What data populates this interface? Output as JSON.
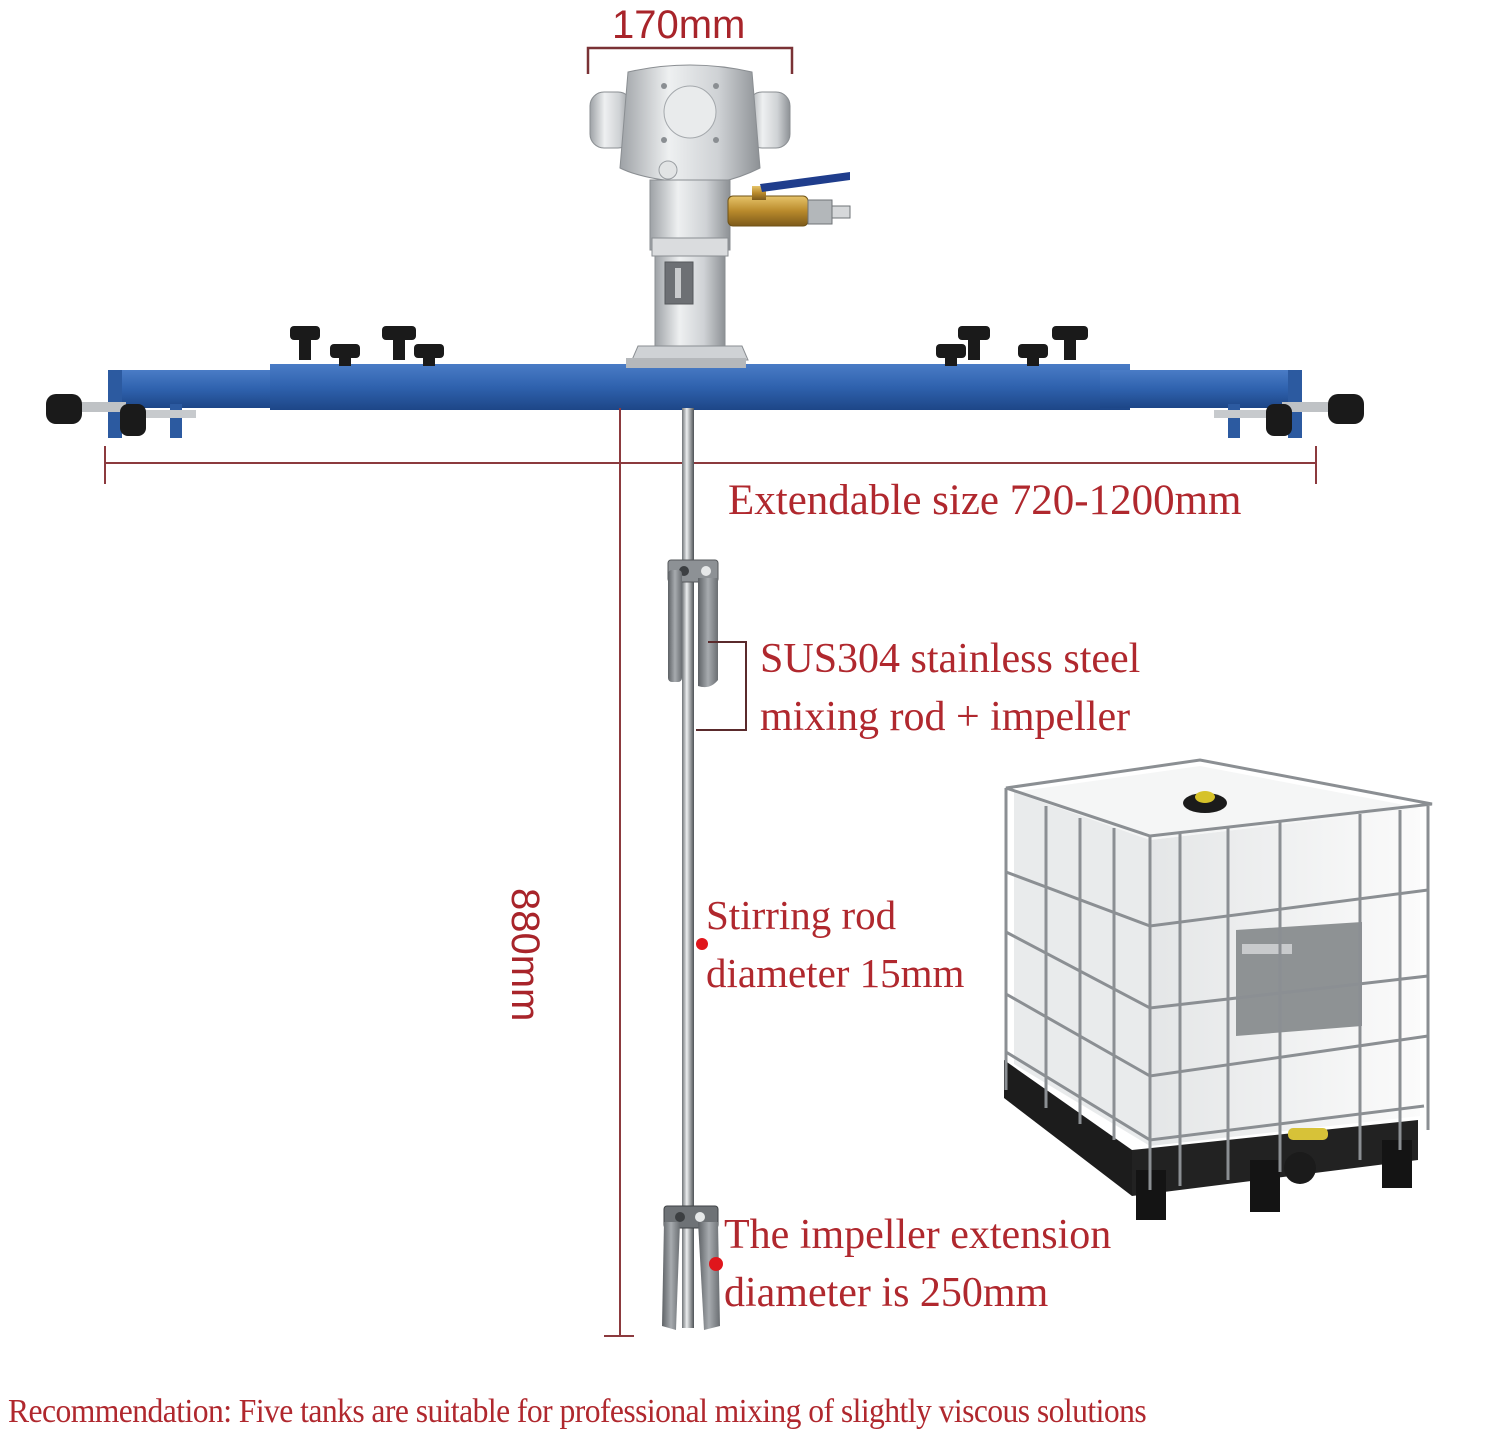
{
  "diagram": {
    "subject": "Pneumatic IBC tank mixer with extendable bracket",
    "colors": {
      "annotation_red": "#b0282e",
      "bracket_blue": "#2d5fa8",
      "motor_silver": "#d6d8da",
      "brass": "#c49a3a",
      "valve_handle": "#1f3d8c",
      "knob_black": "#1a1a1a",
      "tank_white": "#f2f3f3",
      "cage_steel": "#8b8f93"
    }
  },
  "labels": {
    "motor_width": "170mm",
    "extendable_size": "Extendable size 720-1200mm",
    "rod_material": {
      "line1": "SUS304 stainless steel",
      "line2": "mixing rod + impeller"
    },
    "rod_length": "880mm",
    "rod_diameter": {
      "line1": "Stirring rod",
      "line2": "diameter 15mm"
    },
    "impeller_diameter": {
      "line1": "The impeller extension",
      "line2": "diameter is 250mm"
    },
    "recommendation": "Recommendation: Five tanks are suitable for professional mixing of slightly viscous solutions"
  },
  "components": [
    {
      "name": "Air motor",
      "icon": "air-motor-icon"
    },
    {
      "name": "Ball valve with brass fitting",
      "icon": "ball-valve-icon"
    },
    {
      "name": "Extendable blue mounting bracket",
      "icon": "bracket-icon"
    },
    {
      "name": "Clamp knobs",
      "icon": "knob-icon"
    },
    {
      "name": "Stainless steel stirring rod",
      "icon": "rod-icon"
    },
    {
      "name": "Folding impeller (upper)",
      "icon": "impeller-icon"
    },
    {
      "name": "Folding impeller (lower)",
      "icon": "impeller-icon"
    },
    {
      "name": "IBC tote tank",
      "icon": "ibc-tank-icon"
    }
  ]
}
